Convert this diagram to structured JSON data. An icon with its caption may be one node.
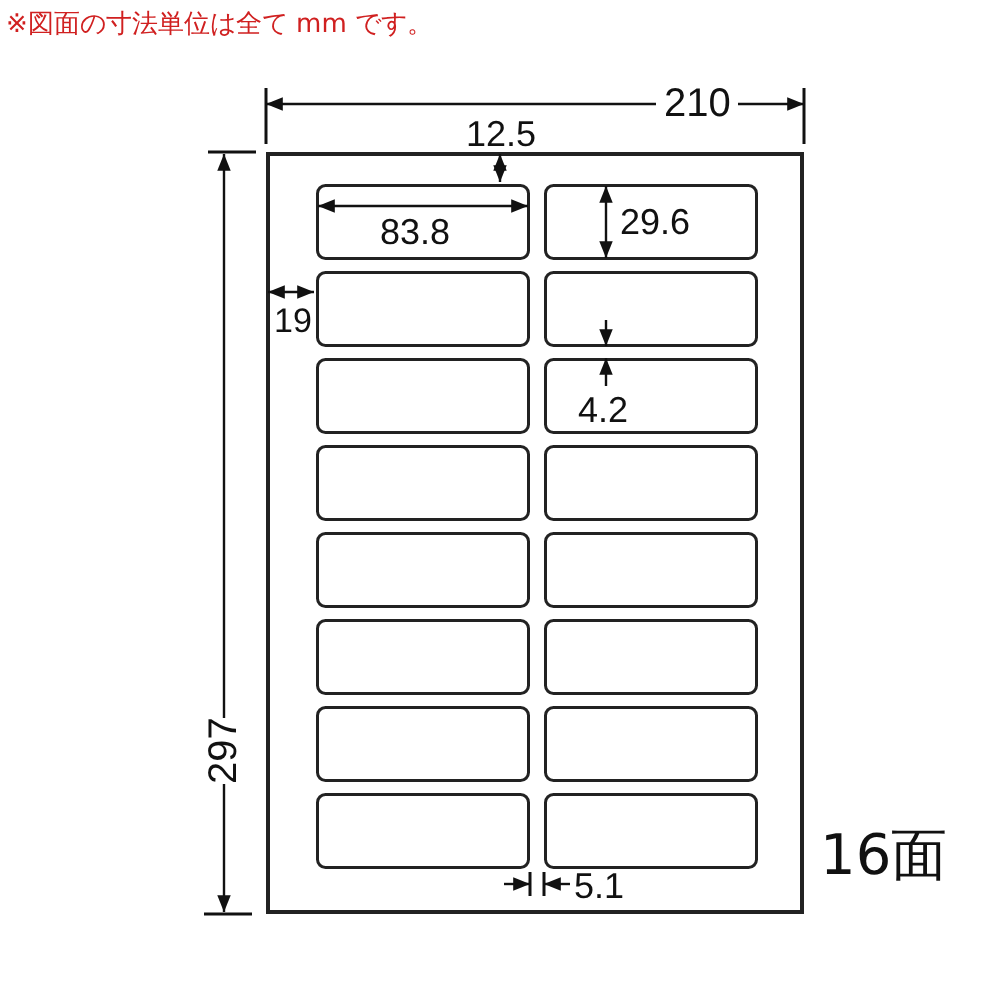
{
  "diagram": {
    "labels": [
      "※図面の寸法単位は全て mm です。",
      "210",
      "12.5",
      "83.8",
      "29.6",
      "19",
      "4.2",
      "297",
      "5.1",
      "16面"
    ]
  }
}
